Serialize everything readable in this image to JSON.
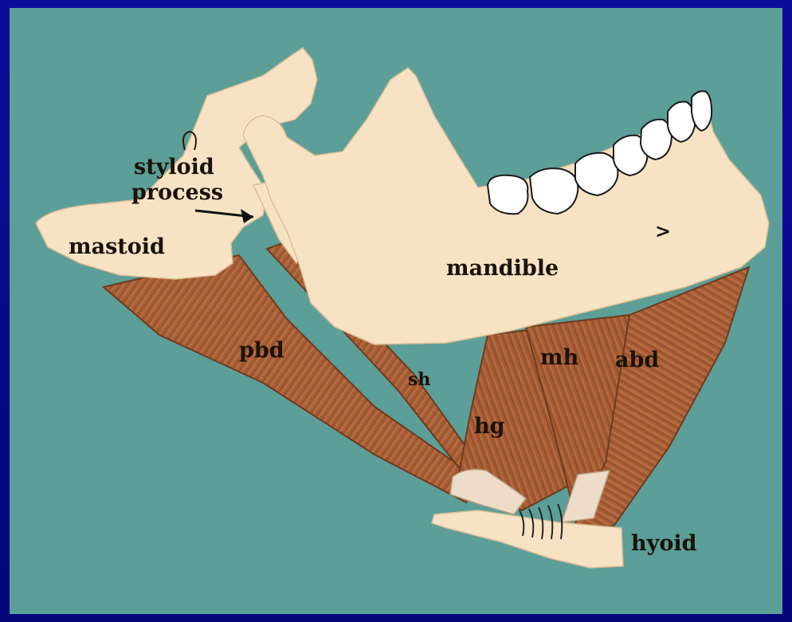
{
  "colors": {
    "frame": "#0a0a8c",
    "background": "#5c9e98",
    "bone": "#f7e3c4",
    "muscle": "#a85f36",
    "muscle_dark": "#7a3f20",
    "tendon": "#ecdcc8",
    "tooth": "#ffffff",
    "text": "#1a1208"
  },
  "labels": {
    "styloid_line1": "styloid",
    "styloid_line2": "process",
    "mastoid": "mastoid",
    "mandible": "mandible",
    "pbd": "pbd",
    "sh": "sh",
    "mh": "mh",
    "abd": "abd",
    "hg": "hg",
    "hyoid": "hyoid",
    "mark": ">"
  }
}
